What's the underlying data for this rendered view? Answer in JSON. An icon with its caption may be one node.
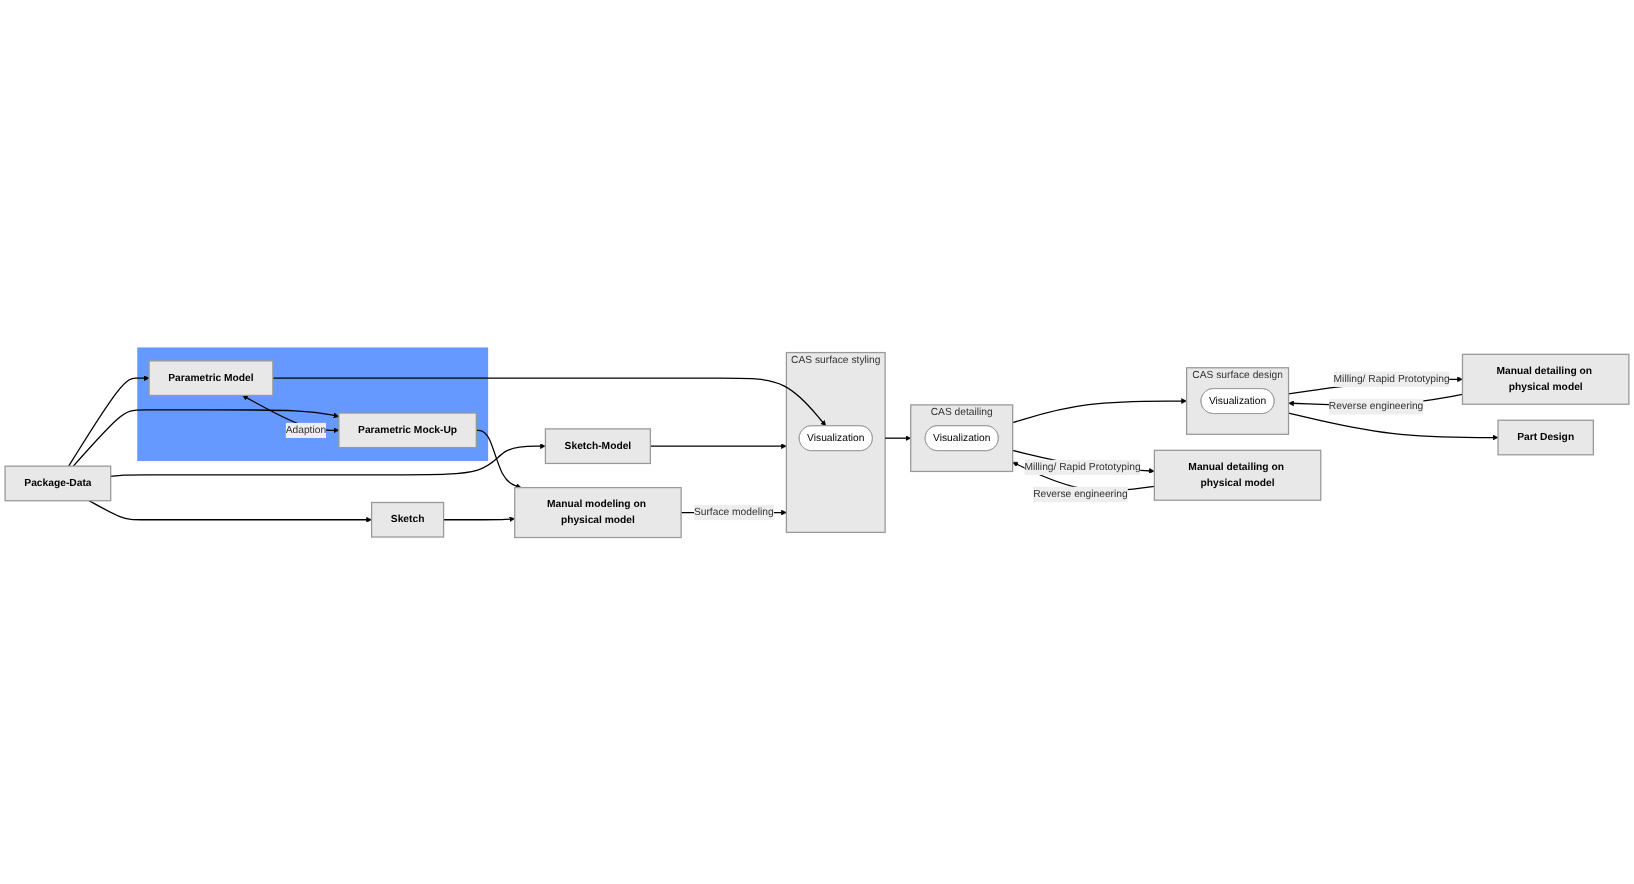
{
  "diagram": {
    "nodes": [
      {
        "text": [
          "Package-Data"
        ]
      },
      {
        "text": [
          "Part Design"
        ]
      },
      {
        "text": [
          "Sketch-Model"
        ]
      },
      {
        "text": [
          "CAS surface styling"
        ]
      },
      {
        "text": [
          "Visualization"
        ],
        "in": 3
      },
      {
        "text": [
          "CAS detailing"
        ]
      },
      {
        "text": [
          "Visualization"
        ],
        "in": 5
      },
      {
        "text": [
          "CAS surface design"
        ]
      },
      {
        "text": [
          "Visualization"
        ],
        "in": 7
      },
      {
        "text": [],
        "shape": "box"
      },
      {
        "text": [
          "Parametric Model"
        ],
        "in": 9
      },
      {
        "text": [
          "Parametric Mock-Up"
        ],
        "in": 9
      },
      {
        "text": [
          "Manual modeling on physical model"
        ]
      },
      {
        "text": [
          "Manual detailing on physical model"
        ]
      },
      {
        "text": [
          "Manual detailing on physical model"
        ]
      },
      {
        "text": [
          "Sketch"
        ]
      }
    ],
    "edges": [
      {
        "from": 0,
        "to": 2,
        "arrow": "to"
      },
      {
        "from": 0,
        "to": 10,
        "arrow": "to"
      },
      {
        "from": 0,
        "to": 11,
        "arrow": "to"
      },
      {
        "from": 0,
        "to": 15,
        "arrow": "to"
      },
      {
        "from": 2,
        "to": 3,
        "arrow": "to"
      },
      {
        "from": 10,
        "to": 4,
        "arrow": "to"
      },
      {
        "from": 10,
        "to": 11,
        "arrow": "both",
        "label": "Adaption"
      },
      {
        "from": 11,
        "to": 12,
        "arrow": "to"
      },
      {
        "from": 15,
        "to": 12,
        "arrow": "to"
      },
      {
        "from": 12,
        "to": 3,
        "arrow": "to",
        "label": "Surface modeling"
      },
      {
        "from": 3,
        "to": 5,
        "arrow": "to"
      },
      {
        "from": 5,
        "to": 13,
        "arrow": "to",
        "label": "Milling/ Rapid Prototyping"
      },
      {
        "from": 13,
        "to": 5,
        "arrow": "to",
        "label": "Reverse engineering"
      },
      {
        "from": 5,
        "to": 7,
        "arrow": "to"
      },
      {
        "from": 7,
        "to": 14,
        "arrow": "to",
        "label": "Milling/ Rapid Prototyping"
      },
      {
        "from": 14,
        "to": 7,
        "arrow": "to",
        "label": "Reverse engineering"
      },
      {
        "from": 7,
        "to": 1,
        "arrow": "to"
      }
    ]
  }
}
